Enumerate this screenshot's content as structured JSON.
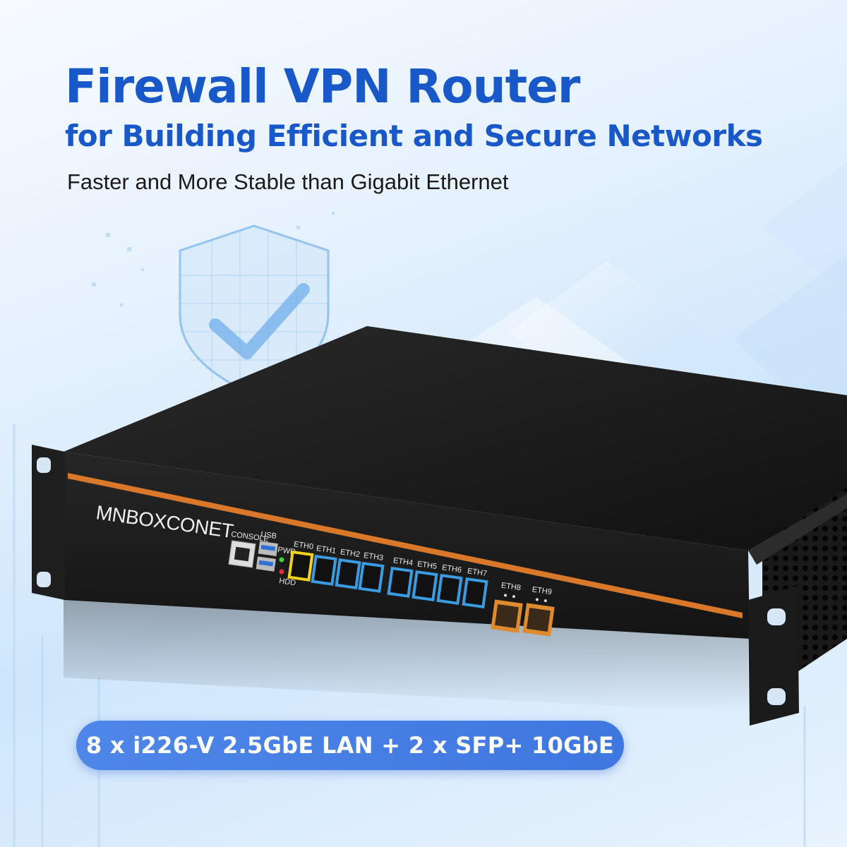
{
  "headline": {
    "title": "Firewall VPN Router",
    "subtitle": "for Building Efficient and Secure Networks",
    "tagline": "Faster and More Stable than Gigabit Ethernet"
  },
  "device": {
    "brand": "MNBOXCONET",
    "labels": {
      "console": "CONSOLE",
      "usb": "USB",
      "pwr": "PWR",
      "hdd": "HDD"
    },
    "ports": [
      "ETH0",
      "ETH1",
      "ETH2",
      "ETH3",
      "ETH4",
      "ETH5",
      "ETH6",
      "ETH7"
    ],
    "sfp_ports": [
      "ETH8",
      "ETH9"
    ],
    "colors": {
      "chassis": "#1c1c1c",
      "accent_stripe": "#d9782a",
      "eth0_frame": "#f2d21a",
      "lan_frame": "#3b9be0",
      "sfp_frame": "#e08a2e",
      "pwr_led": "#3fcf3f",
      "hdd_led": "#e03030"
    }
  },
  "badge": {
    "text": "8 x i226-V 2.5GbE LAN + 2 x SFP+ 10GbE"
  },
  "icons": [
    "shield-check-icon"
  ]
}
